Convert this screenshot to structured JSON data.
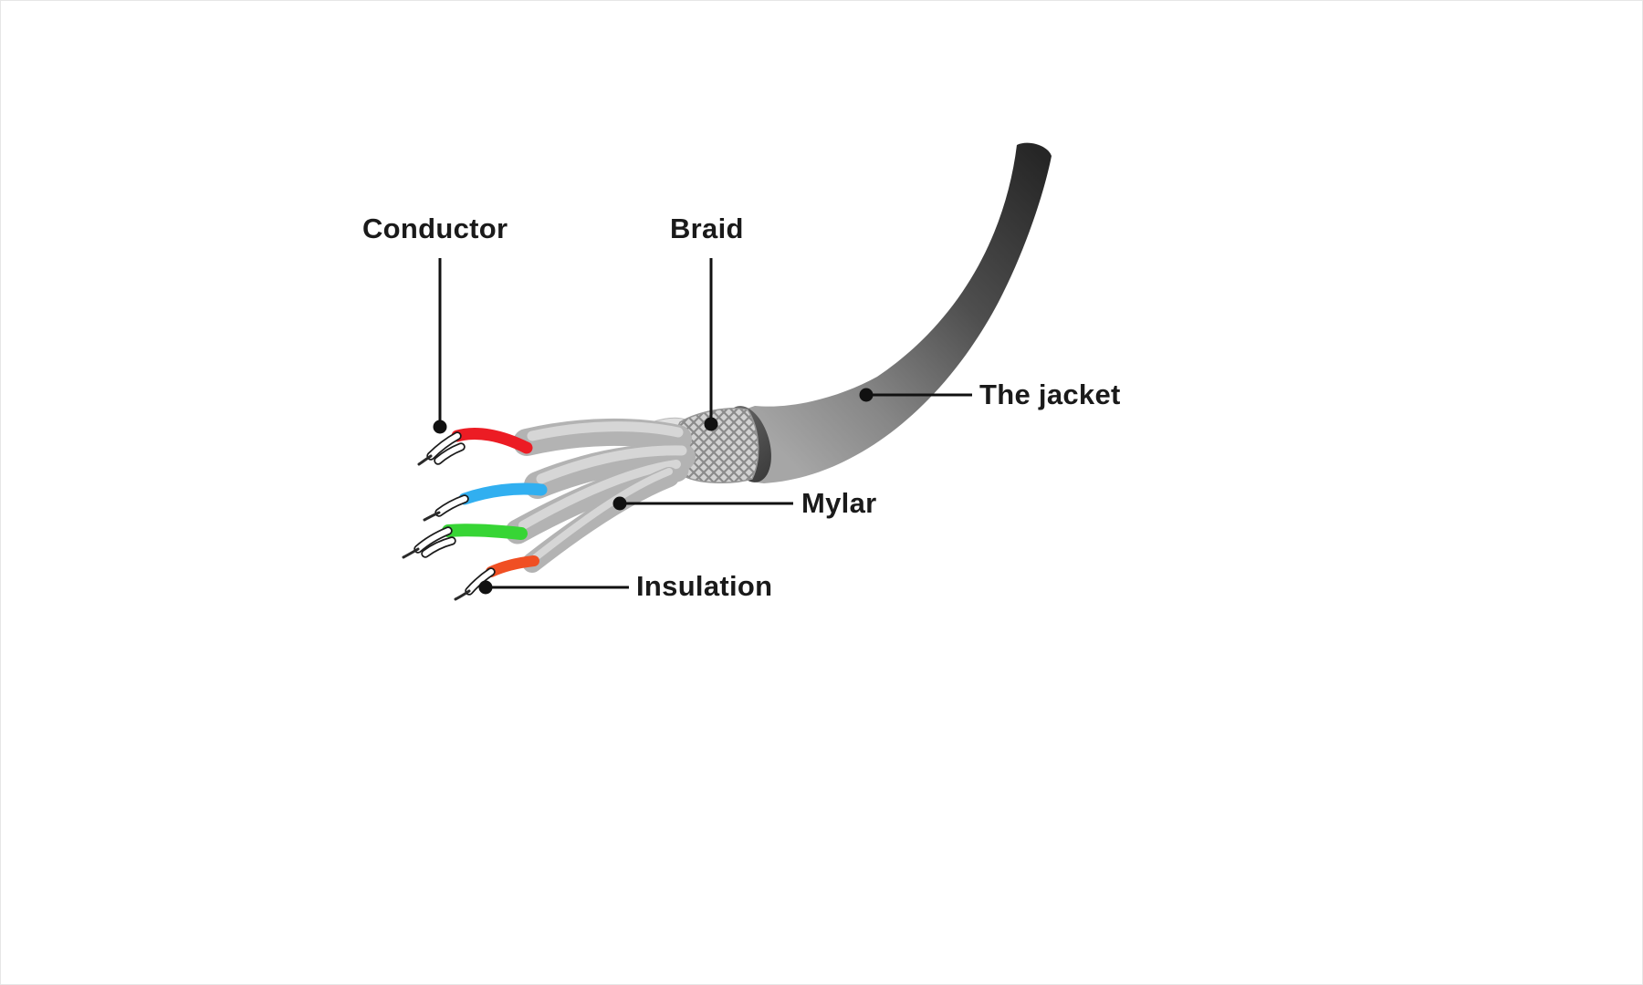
{
  "diagram": {
    "labels": {
      "conductor": "Conductor",
      "braid": "Braid",
      "jacket": "The jacket",
      "mylar": "Mylar",
      "insulation": "Insulation"
    },
    "colors": {
      "label_text": "#1a1a1a",
      "leader_line": "#111111",
      "leader_dot": "#111111",
      "wire_red": "#ec1c24",
      "wire_blue": "#31aff0",
      "wire_green": "#37d535",
      "wire_orange": "#f04f23",
      "jacket_dark": "#262626",
      "jacket_light": "#a6a6a6",
      "braid_base": "#d2d2d2",
      "mylar_gray": "#b3b3b3",
      "stripped_wire_white": "#ffffff"
    }
  }
}
